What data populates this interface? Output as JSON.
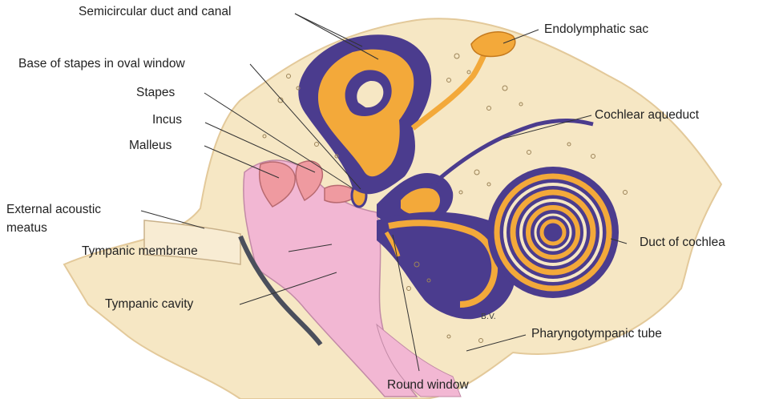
{
  "labels": {
    "semicircular": "Semicircular duct and canal",
    "endolymphatic": "Endolymphatic sac",
    "base_stapes": "Base of stapes in oval window",
    "stapes": "Stapes",
    "incus": "Incus",
    "malleus": "Malleus",
    "cochlear_aqueduct": "Cochlear aqueduct",
    "external_line1": "External acoustic",
    "external_line2": "meatus",
    "tympanic_membrane": "Tympanic membrane",
    "duct_cochlea": "Duct of cochlea",
    "tympanic_cavity": "Tympanic cavity",
    "pharyngotympanic": "Pharyngotympanic tube",
    "round_window": "Round window",
    "signature": "B.V."
  },
  "colors": {
    "bone": "#f6e7c4",
    "bone_edge": "#e3c99a",
    "membranous": "#f3a93a",
    "perilymph": "#4b3c8e",
    "tympanic": "#f2b7d3",
    "ossicle": "#ef9aa0"
  }
}
